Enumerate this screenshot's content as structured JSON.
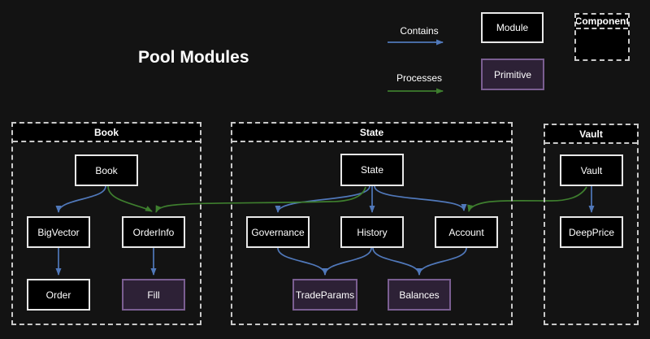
{
  "title": "Pool Modules",
  "legend": {
    "contains_label": "Contains",
    "processes_label": "Processes",
    "module_label": "Module",
    "primitive_label": "Primitive",
    "component_label": "Component"
  },
  "colors": {
    "contains_arrow": "#5078ba",
    "processes_arrow": "#3e7e2e",
    "module_fill": "#000000",
    "module_border": "#e8e8e8",
    "primitive_fill": "#2d2136",
    "primitive_border": "#7a5e91",
    "container_border": "#c9c9c9",
    "background": "#131313"
  },
  "containers": [
    {
      "label": "Book",
      "nodes": [
        {
          "label": "Book",
          "type": "module"
        },
        {
          "label": "BigVector",
          "type": "module"
        },
        {
          "label": "OrderInfo",
          "type": "module"
        },
        {
          "label": "Order",
          "type": "module"
        },
        {
          "label": "Fill",
          "type": "primitive"
        }
      ]
    },
    {
      "label": "State",
      "nodes": [
        {
          "label": "State",
          "type": "module"
        },
        {
          "label": "Governance",
          "type": "module"
        },
        {
          "label": "History",
          "type": "module"
        },
        {
          "label": "Account",
          "type": "module"
        },
        {
          "label": "TradeParams",
          "type": "primitive"
        },
        {
          "label": "Balances",
          "type": "primitive"
        }
      ]
    },
    {
      "label": "Vault",
      "nodes": [
        {
          "label": "Vault",
          "type": "module"
        },
        {
          "label": "DeepPrice",
          "type": "module"
        }
      ]
    }
  ],
  "edges": [
    {
      "from": "Book",
      "to": "BigVector",
      "type": "contains"
    },
    {
      "from": "BigVector",
      "to": "Order",
      "type": "contains"
    },
    {
      "from": "OrderInfo",
      "to": "Fill",
      "type": "contains"
    },
    {
      "from": "State",
      "to": "Governance",
      "type": "contains"
    },
    {
      "from": "State",
      "to": "History",
      "type": "contains"
    },
    {
      "from": "State",
      "to": "Account",
      "type": "contains"
    },
    {
      "from": "Governance",
      "to": "TradeParams",
      "type": "contains"
    },
    {
      "from": "History",
      "to": "TradeParams",
      "type": "contains"
    },
    {
      "from": "History",
      "to": "Balances",
      "type": "contains"
    },
    {
      "from": "Account",
      "to": "Balances",
      "type": "contains"
    },
    {
      "from": "Vault",
      "to": "DeepPrice",
      "type": "contains"
    },
    {
      "from": "Book",
      "to": "OrderInfo",
      "type": "processes"
    },
    {
      "from": "State",
      "to": "OrderInfo",
      "type": "processes"
    },
    {
      "from": "Vault",
      "to": "Account",
      "type": "processes"
    }
  ]
}
